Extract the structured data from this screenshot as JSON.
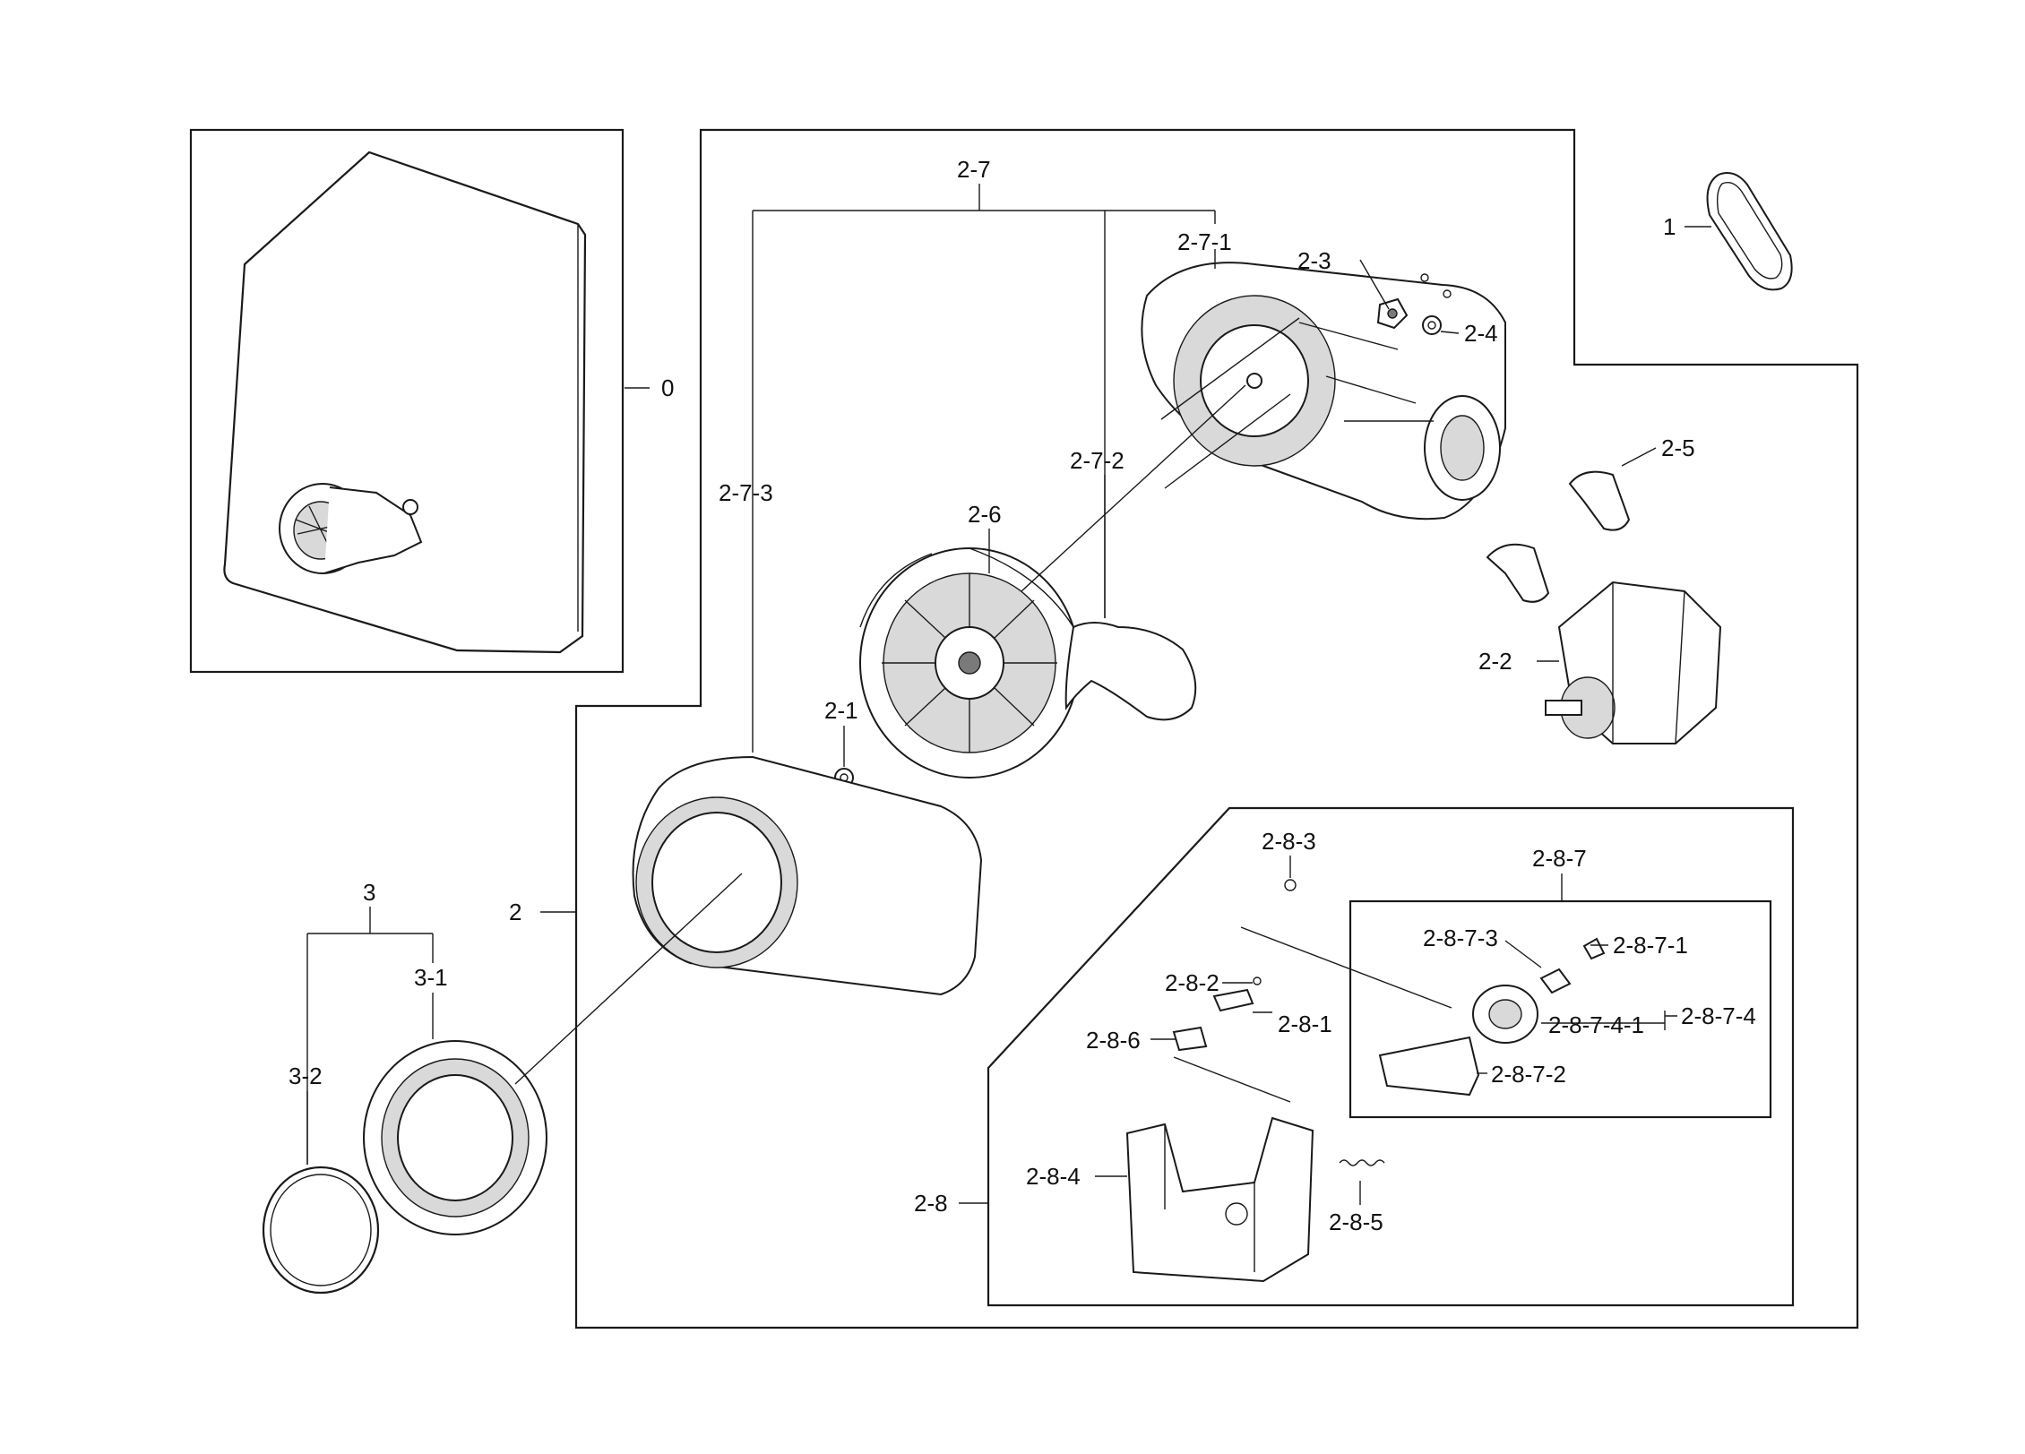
{
  "labels": {
    "p0": "0",
    "p1": "1",
    "p2": "2",
    "p2_1": "2-1",
    "p2_2": "2-2",
    "p2_3": "2-3",
    "p2_4": "2-4",
    "p2_5": "2-5",
    "p2_6": "2-6",
    "p2_7": "2-7",
    "p2_7_1": "2-7-1",
    "p2_7_2": "2-7-2",
    "p2_7_3": "2-7-3",
    "p2_8": "2-8",
    "p2_8_1": "2-8-1",
    "p2_8_2": "2-8-2",
    "p2_8_3": "2-8-3",
    "p2_8_4": "2-8-4",
    "p2_8_5": "2-8-5",
    "p2_8_6": "2-8-6",
    "p2_8_7": "2-8-7",
    "p2_8_7_1": "2-8-7-1",
    "p2_8_7_2": "2-8-7-2",
    "p2_8_7_3": "2-8-7-3",
    "p2_8_7_4": "2-8-7-4",
    "p2_8_7_4_1": "2-8-7-4-1",
    "p3": "3",
    "p3_1": "3-1",
    "p3_2": "3-2"
  }
}
